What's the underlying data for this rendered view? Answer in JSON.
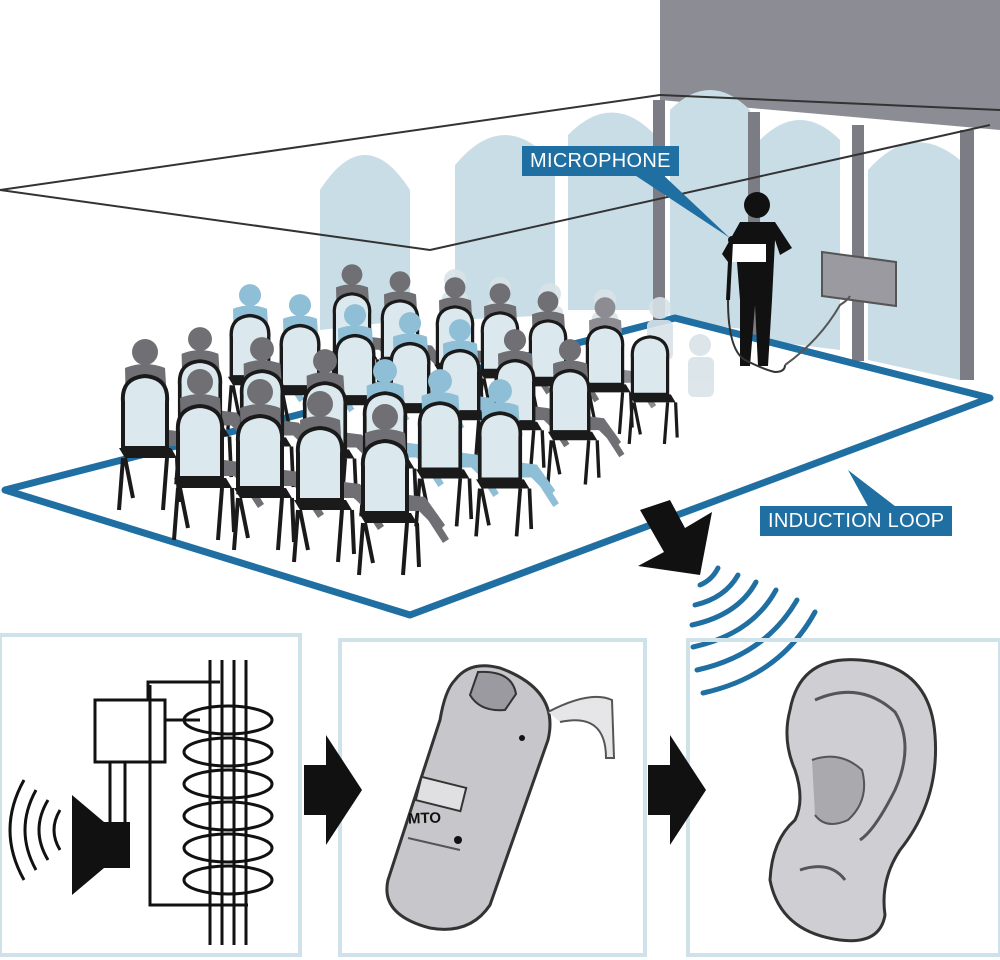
{
  "labels": {
    "microphone": "MICROPHONE",
    "induction_loop": "INDUCTION LOOP",
    "device_switch": "MTO"
  },
  "colors": {
    "loop_blue": "#1f6fa3",
    "arch_blue": "#c9dde6",
    "seated_grey": "#6f6f74",
    "seated_blue": "#8fbfd6",
    "back_wall": "#8c8c94",
    "device_grey": "#c7c7cb",
    "ear_grey": "#cfcfd3"
  },
  "icons": [
    "microphone-icon",
    "speaker-icon",
    "sound-waves-icon",
    "coil-icon",
    "hearing-aid-icon",
    "ear-icon",
    "arrow-right-icon",
    "arrow-down-icon",
    "amplifier-icon"
  ]
}
